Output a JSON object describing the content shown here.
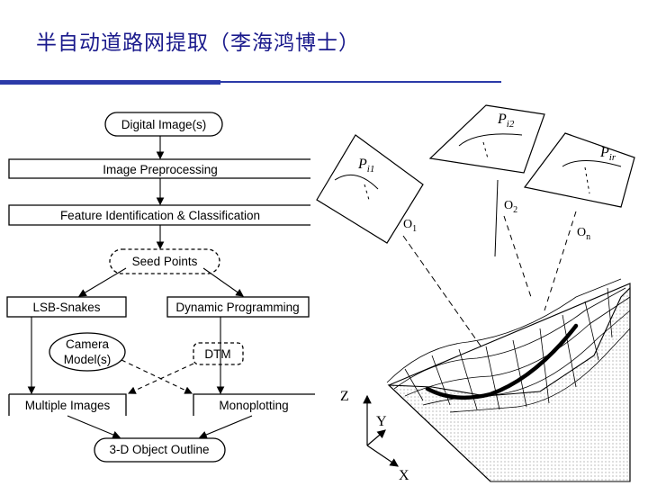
{
  "slide": {
    "title": "半自动道路网提取（李海鸿博士）",
    "accent_color": "#2b3aa8"
  },
  "flowchart": {
    "digital_images": "Digital Image(s)",
    "preprocessing": "Image Preprocessing",
    "feature_id": "Feature Identification & Classification",
    "seed_points": "Seed Points",
    "lsb_snakes": "LSB-Snakes",
    "dynamic_programming": "Dynamic Programming",
    "camera_model_line1": "Camera",
    "camera_model_line2": "Model(s)",
    "dtm": "DTM",
    "multiple_images": "Multiple Images",
    "monoplotting": "Monoplotting",
    "object_outline": "3-D Object Outline"
  },
  "scene": {
    "image_labels": [
      "P",
      "P",
      "P"
    ],
    "image_sub": [
      "i1",
      "i2",
      "ir"
    ],
    "centers": [
      "O",
      "O",
      "O"
    ],
    "center_sub": [
      "1",
      "2",
      "n"
    ],
    "axes": [
      "Z",
      "Y",
      "X"
    ]
  }
}
